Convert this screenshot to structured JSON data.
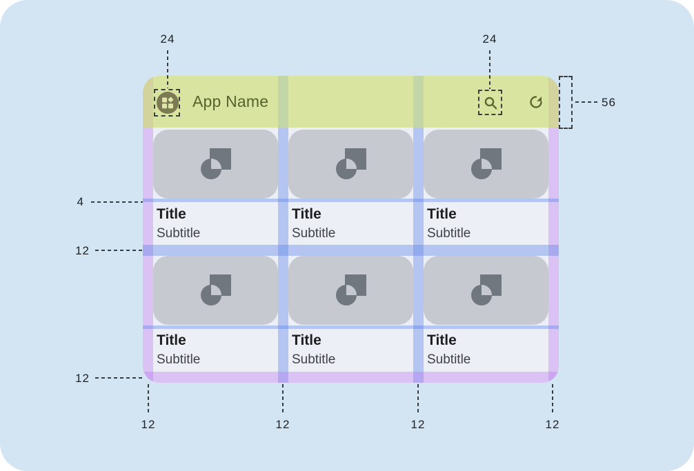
{
  "app_bar": {
    "app_name": "App Name",
    "logo_icon": "app-grid-icon",
    "search_icon": "search-icon",
    "refresh_icon": "refresh-icon"
  },
  "card_media_icon": "image-placeholder-icon",
  "cards": [
    {
      "title": "Title",
      "subtitle": "Subtitle"
    },
    {
      "title": "Title",
      "subtitle": "Subtitle"
    },
    {
      "title": "Title",
      "subtitle": "Subtitle"
    },
    {
      "title": "Title",
      "subtitle": "Subtitle"
    },
    {
      "title": "Title",
      "subtitle": "Subtitle"
    },
    {
      "title": "Title",
      "subtitle": "Subtitle"
    }
  ],
  "annotations": {
    "logo_size": "24",
    "action_size": "24",
    "app_bar_height": "56",
    "text_gap": "4",
    "row_gap": "12",
    "bottom_margin": "12",
    "bottom_markers": [
      "12",
      "12",
      "12",
      "12"
    ]
  },
  "colors": {
    "canvas": "#d3e4f3",
    "app_bar": "#dae4a1",
    "margin_overlay": "#dcc7f3",
    "gutter_overlay": "#b5c6f2",
    "card_media": "#c6cad0",
    "olive_icon": "#5a672e"
  }
}
